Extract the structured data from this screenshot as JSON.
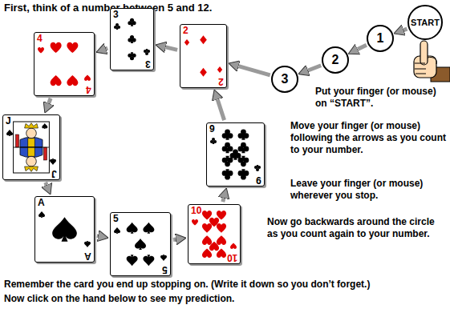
{
  "diagram": {
    "title": "First, think of a number between 5 and 12.",
    "nodes": [
      {
        "text": [
          "START"
        ]
      },
      {
        "text": [
          "1"
        ]
      },
      {
        "text": [
          "2"
        ]
      },
      {
        "text": [
          "3"
        ]
      },
      {
        "text": [
          "3",
          "3"
        ]
      },
      {
        "text": [
          "4",
          "4"
        ]
      },
      {
        "text": [
          "2",
          "2"
        ]
      },
      {
        "text": [
          "J",
          "J"
        ]
      },
      {
        "text": [
          "9",
          "9"
        ]
      },
      {
        "text": [
          "A",
          "A"
        ]
      },
      {
        "text": [
          "5",
          "5"
        ]
      },
      {
        "text": [
          "10",
          "10"
        ]
      }
    ],
    "edges": [
      {
        "from": 0,
        "to": 1,
        "arrow": "to"
      },
      {
        "from": 1,
        "to": 2,
        "arrow": "to"
      },
      {
        "from": 2,
        "to": 3,
        "arrow": "to"
      },
      {
        "from": 3,
        "to": 6,
        "arrow": "to"
      },
      {
        "from": 6,
        "to": 4,
        "arrow": "to"
      },
      {
        "from": 4,
        "to": 5,
        "arrow": "to"
      },
      {
        "from": 5,
        "to": 7,
        "arrow": "to"
      },
      {
        "from": 7,
        "to": 9,
        "arrow": "to"
      },
      {
        "from": 9,
        "to": 10,
        "arrow": "to"
      },
      {
        "from": 10,
        "to": 11,
        "arrow": "to"
      },
      {
        "from": 11,
        "to": 8,
        "arrow": "to"
      },
      {
        "from": 8,
        "to": 6,
        "arrow": "to"
      }
    ],
    "labels": [
      "Put your finger (or mouse) on “START”.",
      "Move your finger (or mouse) following the arrows as you count to your number.",
      "Leave your finger (or mouse) wherever you stop.",
      "Now go backwards around the circle as you count again to your number.",
      "Remember the card you end up stopping on. (Write it down so you don’t forget.)",
      "Now click on the hand below to see my prediction."
    ]
  }
}
